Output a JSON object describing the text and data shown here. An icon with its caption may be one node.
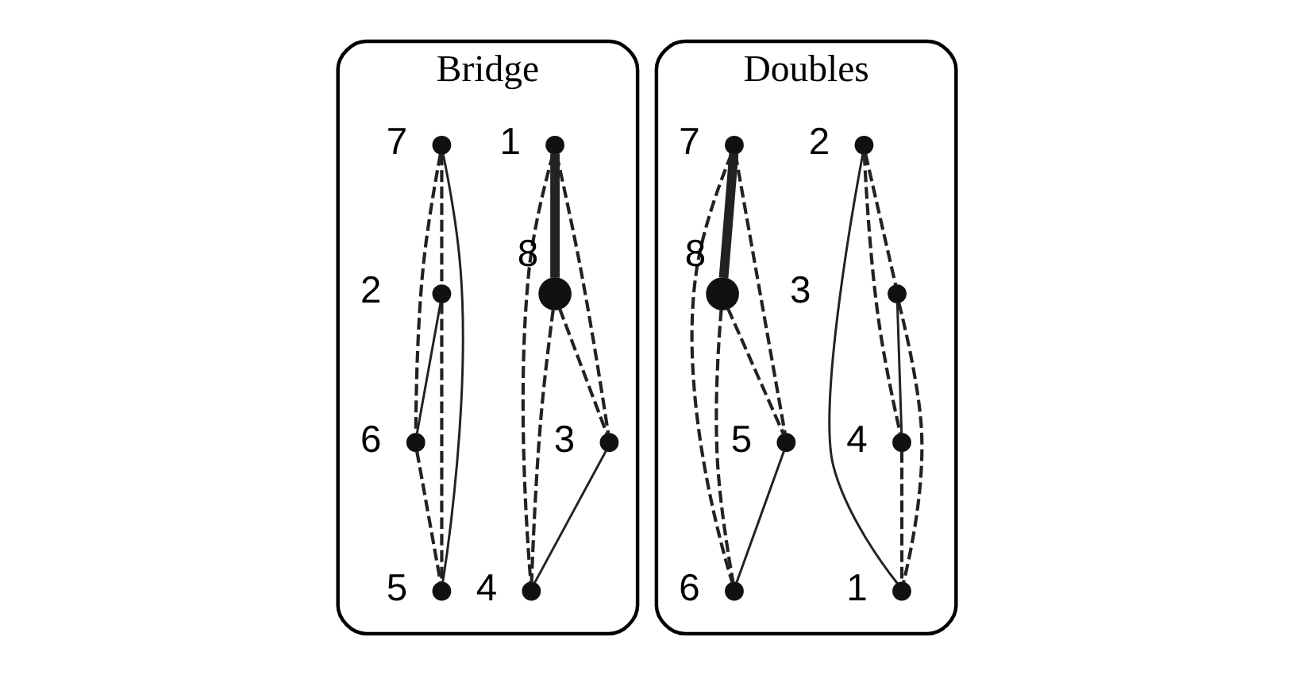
{
  "diagram": {
    "nodes": [
      {
        "text": [
          "Bridge"
        ]
      },
      {
        "text": [],
        "shape": "circle",
        "beside": [
          "1"
        ],
        "in": 0
      },
      {
        "text": [],
        "shape": "circle",
        "beside": [
          "2"
        ],
        "in": 0
      },
      {
        "text": [],
        "shape": "circle",
        "beside": [
          "3"
        ],
        "in": 0
      },
      {
        "text": [],
        "shape": "circle",
        "beside": [
          "4"
        ],
        "in": 0
      },
      {
        "text": [],
        "shape": "circle",
        "beside": [
          "5"
        ],
        "in": 0
      },
      {
        "text": [],
        "shape": "circle",
        "beside": [
          "6"
        ],
        "in": 0
      },
      {
        "text": [],
        "shape": "circle",
        "beside": [
          "7"
        ],
        "in": 0
      },
      {
        "text": [],
        "shape": "circle",
        "beside": [
          "8"
        ],
        "in": 0
      },
      {
        "text": [
          "Doubles"
        ]
      },
      {
        "text": [],
        "shape": "circle",
        "beside": [
          "1"
        ],
        "in": 9
      },
      {
        "text": [],
        "shape": "circle",
        "beside": [
          "2"
        ],
        "in": 9
      },
      {
        "text": [],
        "shape": "circle",
        "beside": [
          "3"
        ],
        "in": 9
      },
      {
        "text": [],
        "shape": "circle",
        "beside": [
          "4"
        ],
        "in": 9
      },
      {
        "text": [],
        "shape": "circle",
        "beside": [
          "5"
        ],
        "in": 9
      },
      {
        "text": [],
        "shape": "circle",
        "beside": [
          "6"
        ],
        "in": 9
      },
      {
        "text": [],
        "shape": "circle",
        "beside": [
          "7"
        ],
        "in": 9
      },
      {
        "text": [],
        "shape": "circle",
        "beside": [
          "8"
        ],
        "in": 9
      }
    ],
    "edges": [
      {
        "from": 1,
        "to": 8,
        "arrow": "none",
        "style": "thick"
      },
      {
        "from": 1,
        "to": 4,
        "arrow": "none",
        "style": "dashed"
      },
      {
        "from": 1,
        "to": 3,
        "arrow": "none",
        "style": "dashed"
      },
      {
        "from": 7,
        "to": 2,
        "arrow": "none",
        "style": "dashed"
      },
      {
        "from": 2,
        "to": 6,
        "arrow": "none"
      },
      {
        "from": 2,
        "to": 5,
        "arrow": "none",
        "style": "dashed"
      },
      {
        "from": 7,
        "to": 6,
        "arrow": "none",
        "style": "dashed"
      },
      {
        "from": 7,
        "to": 5,
        "arrow": "none"
      },
      {
        "from": 6,
        "to": 5,
        "arrow": "none",
        "style": "dashed"
      },
      {
        "from": 8,
        "to": 3,
        "arrow": "none",
        "style": "dashed"
      },
      {
        "from": 8,
        "to": 4,
        "arrow": "none",
        "style": "dashed"
      },
      {
        "from": 3,
        "to": 4,
        "arrow": "none"
      },
      {
        "from": 16,
        "to": 17,
        "arrow": "none",
        "style": "thick"
      },
      {
        "from": 16,
        "to": 15,
        "arrow": "none",
        "style": "dashed"
      },
      {
        "from": 16,
        "to": 14,
        "arrow": "none",
        "style": "dashed"
      },
      {
        "from": 11,
        "to": 12,
        "arrow": "none",
        "style": "dashed"
      },
      {
        "from": 12,
        "to": 13,
        "arrow": "none"
      },
      {
        "from": 12,
        "to": 10,
        "arrow": "none",
        "style": "dashed"
      },
      {
        "from": 11,
        "to": 13,
        "arrow": "none",
        "style": "dashed"
      },
      {
        "from": 11,
        "to": 10,
        "arrow": "none"
      },
      {
        "from": 13,
        "to": 10,
        "arrow": "none",
        "style": "dashed"
      },
      {
        "from": 17,
        "to": 14,
        "arrow": "none",
        "style": "dashed"
      },
      {
        "from": 17,
        "to": 15,
        "arrow": "none",
        "style": "dashed"
      },
      {
        "from": 14,
        "to": 15,
        "arrow": "none"
      }
    ]
  }
}
